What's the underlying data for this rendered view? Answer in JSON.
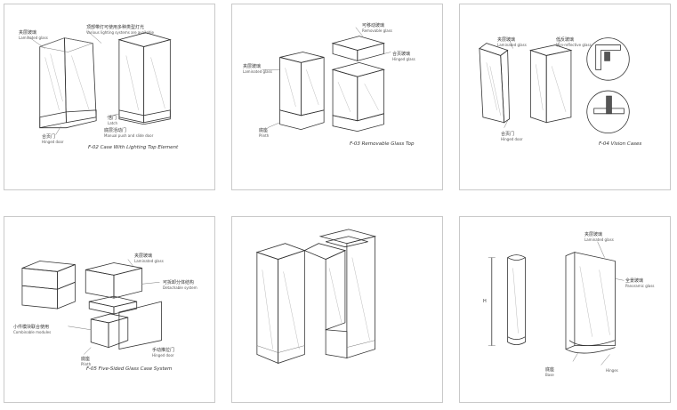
{
  "cards": [
    {
      "caption": "F-02  Case With Lighting Top Element",
      "labels": [
        "夹层玻璃",
        "Laminated glass",
        "顶部带灯可使用多种类型灯光",
        "Various lighting systems are available",
        "活门",
        "Latch",
        "合页门",
        "Hinged door",
        "底层活动门",
        "Manual push and slide door"
      ]
    },
    {
      "caption": "F-03  Removable Glass Top",
      "labels": [
        "可移动玻璃",
        "Removable glass",
        "夹层玻璃",
        "Laminated glass",
        "合页玻璃",
        "Hinged glass",
        "底座",
        "Plinth"
      ]
    },
    {
      "caption": "F-04  Vision Cases",
      "labels": [
        "夹层玻璃",
        "Laminated glass",
        "低反玻璃",
        "Non-reflective glass",
        "合页门",
        "Hinged door"
      ]
    },
    {
      "caption": "F-05  Five-Sided Glass Case System",
      "labels": [
        "夹层玻璃",
        "Laminated glass",
        "可拆卸分体结构",
        "Detachable system",
        "手动推拉门",
        "Hinged door",
        "小件模块联合使用",
        "Combinable modules",
        "底座",
        "Plinth"
      ]
    },
    {
      "caption": "",
      "labels": []
    },
    {
      "caption": "",
      "labels": [
        "夹层玻璃",
        "Laminated glass",
        "H",
        "全景玻璃",
        "Panoramic glass",
        "底座",
        "Base",
        "Hinges"
      ]
    }
  ]
}
